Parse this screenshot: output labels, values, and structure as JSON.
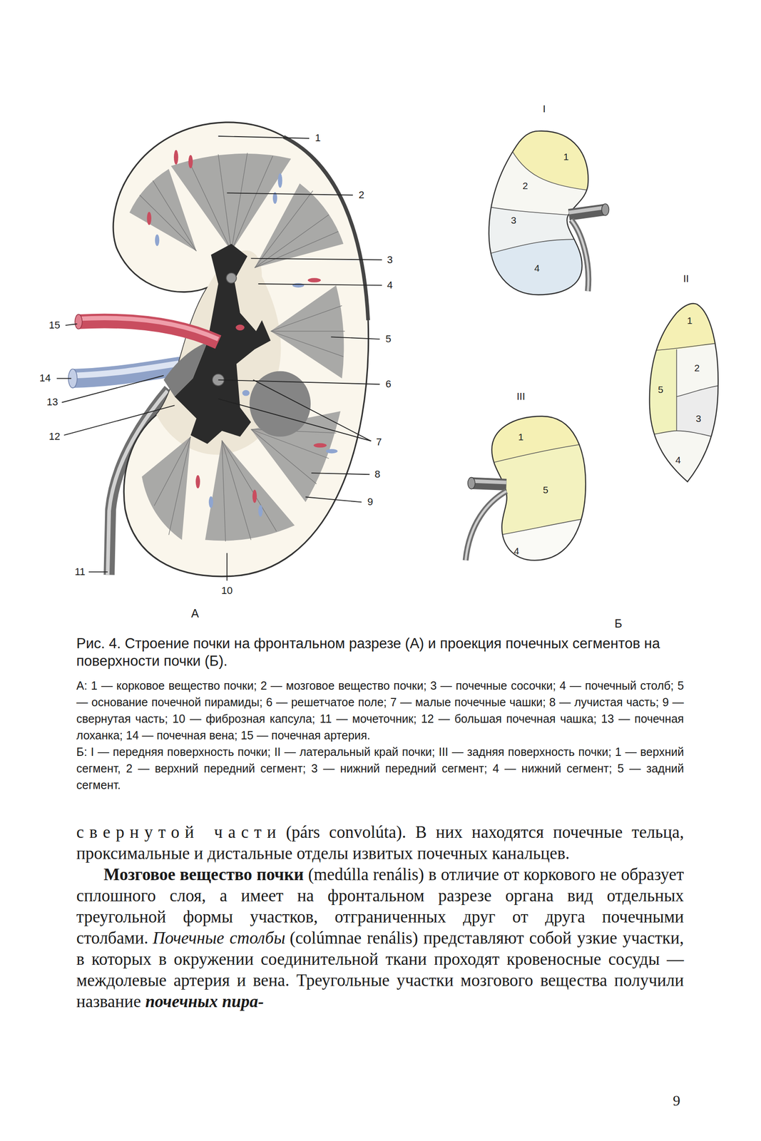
{
  "diagram": {
    "caption": "Рис. 4. Строение почки на фронтальном разрезе (А) и проекция почечных сегментов на поверхности почки (Б).",
    "labels": [
      "1",
      "2",
      "3",
      "4",
      "5",
      "6",
      "7",
      "8",
      "9",
      "10",
      "11",
      "12",
      "13",
      "14",
      "15",
      "А",
      "I",
      "1",
      "2",
      "3",
      "4",
      "II",
      "1",
      "2",
      "5",
      "3",
      "4",
      "III",
      "1",
      "5",
      "4",
      "Б",
      "А: 1 — корковое вещество почки; 2 — мозговое вещество почки; 3 — почечные сосочки; 4 — почечный столб; 5 — основание почечной пирамиды; 6 — решетчатое поле; 7 — малые почечные чашки; 8 — лучистая часть; 9 — свернутая часть; 10 — фиброзная капсула; 11 — мочеточник; 12 — большая почечная чашка; 13 — почечная лоханка; 14 — почечная вена; 15 — почечная артерия.",
      "Б: I — передняя поверхность почки; II — латеральный край почки; III — задняя поверхность почки; 1 — верхний сегмент, 2 — верхний передний сегмент; 3 — нижний передний сегмент; 4 — нижний сегмент; 5 — задний сегмент.",
      "свернутой части",
      "(párs convolúta). В них находятся почечные тельца, проксимальные и дистальные отделы извитых почечных канальцев.",
      "Мозговое вещество почки",
      "(medúlla renális) в отличие от коркового не образует сплошного слоя, а имеет на фронтальном разрезе органа вид отдельных треугольной формы участков, отграниченных друг от друга почечными столбами.",
      "Почечные столбы",
      "(colúmnae renális) представляют собой узкие участки, в которых в окружении соединительной ткани проходят кровеносные сосуды — междолевые артерия и вена. Треугольные участки мозгового вещества получили название",
      "почечных пира-",
      "9"
    ]
  }
}
